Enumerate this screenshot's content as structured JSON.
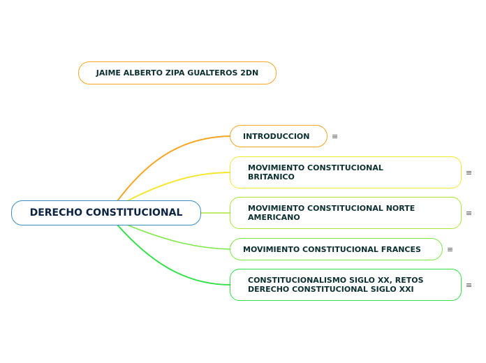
{
  "author": {
    "label": "JAIME ALBERTO ZIPA GUALTEROS 2DN",
    "color": "#f5a623"
  },
  "root": {
    "label": "DERECHO CONSTITUCIONAL",
    "color": "#3a8fc0"
  },
  "branches": [
    {
      "label": "INTRODUCCION",
      "color": "#f5a623",
      "note_icon": "≡"
    },
    {
      "label": "MOVIMIENTO CONSTITUCIONAL BRITANICO",
      "color": "#f2e834",
      "note_icon": "≡"
    },
    {
      "label": "MOVIMIENTO CONSTITUCIONAL NORTE AMERICANO",
      "color": "#a8e63a",
      "note_icon": "≡"
    },
    {
      "label": "MOVIMIENTO CONSTITUCIONAL FRANCES",
      "color": "#7de84a",
      "note_icon": "≡"
    },
    {
      "label": "CONSTITUCIONALISMO SIGLO XX, RETOS DERECHO CONSTITUCIONAL SIGLO XXI",
      "color": "#33e04a",
      "note_icon": "≡"
    }
  ]
}
